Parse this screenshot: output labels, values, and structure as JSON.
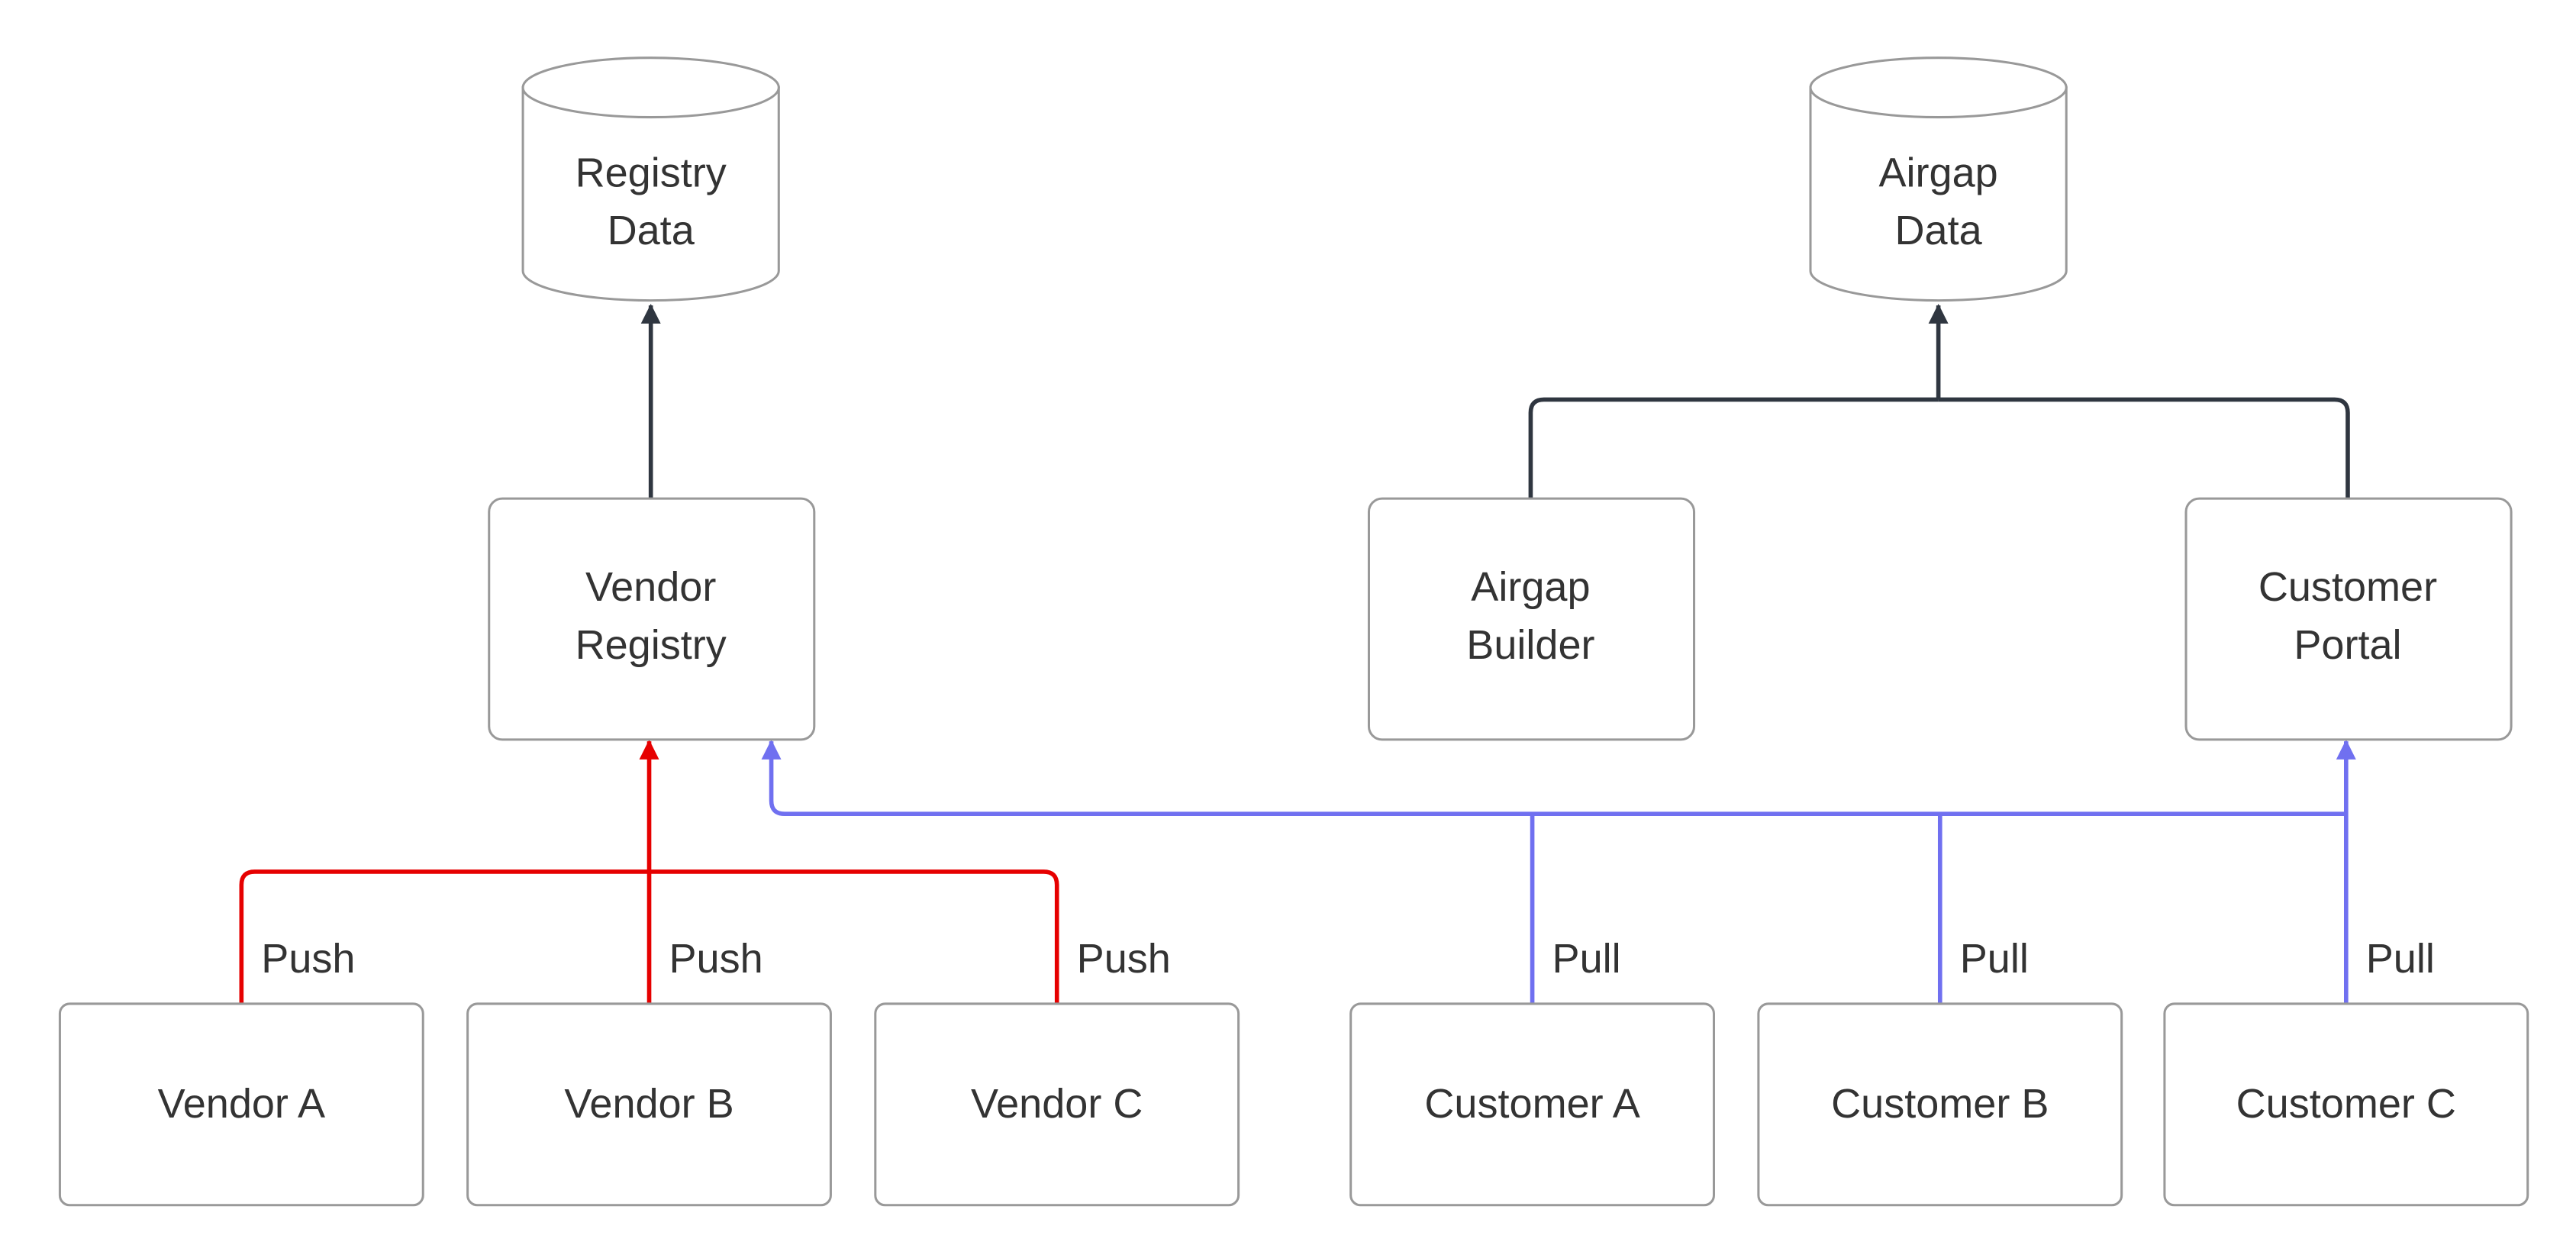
{
  "diagram": {
    "nodes": {
      "registry_data": {
        "line1": "Registry",
        "line2": "Data",
        "shape": "cylinder"
      },
      "airgap_data": {
        "line1": "Airgap",
        "line2": "Data",
        "shape": "cylinder"
      },
      "vendor_registry": {
        "line1": "Vendor",
        "line2": "Registry",
        "shape": "rounded-rect"
      },
      "airgap_builder": {
        "line1": "Airgap",
        "line2": "Builder",
        "shape": "rounded-rect"
      },
      "customer_portal": {
        "line1": "Customer",
        "line2": "Portal",
        "shape": "rounded-rect"
      },
      "vendor_a": {
        "label": "Vendor A"
      },
      "vendor_b": {
        "label": "Vendor B"
      },
      "vendor_c": {
        "label": "Vendor C"
      },
      "customer_a": {
        "label": "Customer A"
      },
      "customer_b": {
        "label": "Customer B"
      },
      "customer_c": {
        "label": "Customer C"
      }
    },
    "edge_labels": {
      "push_vendor_a": "Push",
      "push_vendor_b": "Push",
      "push_vendor_c": "Push",
      "pull_customer_a": "Pull",
      "pull_customer_b": "Pull",
      "pull_customer_c": "Pull"
    },
    "colors": {
      "flow": "#2f3640",
      "push": "#e60000",
      "pull": "#7070f0",
      "node_border": "#999999",
      "node_text": "#333333",
      "background": "#ffffff"
    }
  }
}
